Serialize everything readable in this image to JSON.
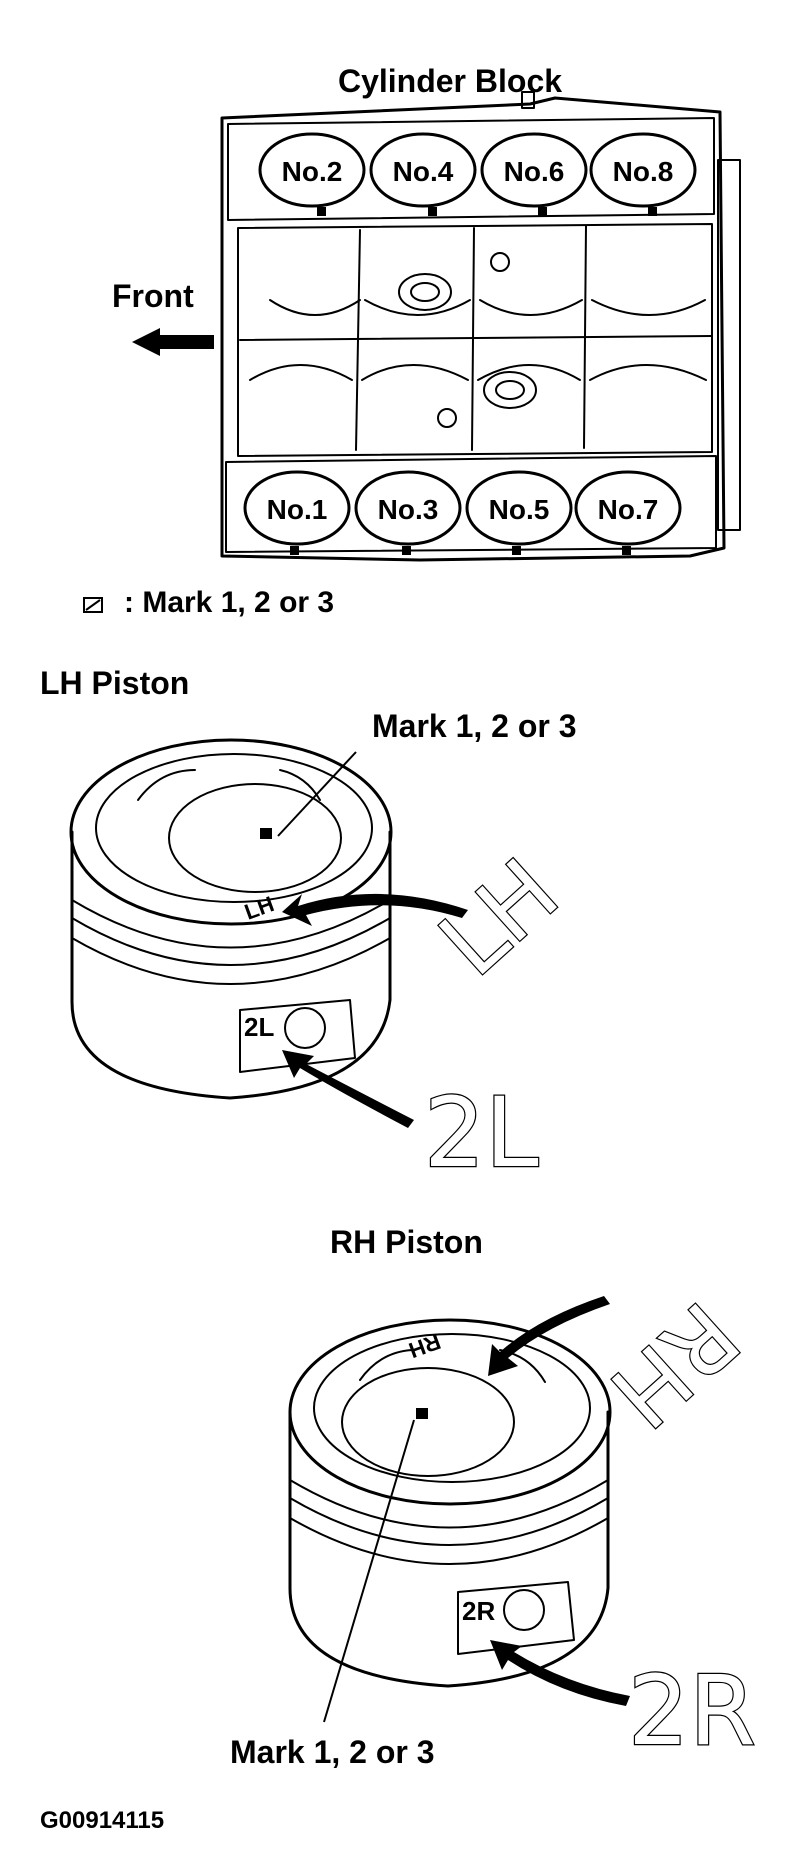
{
  "block": {
    "title": "Cylinder Block",
    "front_label": "Front",
    "upper_cylinders": [
      "No.2",
      "No.4",
      "No.6",
      "No.8"
    ],
    "lower_cylinders": [
      "No.1",
      "No.3",
      "No.5",
      "No.7"
    ],
    "legend_text": ": Mark 1, 2 or 3"
  },
  "lh_piston": {
    "title": "LH Piston",
    "mark_label": "Mark 1, 2 or 3",
    "crown_stamp": "LH",
    "big_letters": "LH",
    "side_stamp": "2L",
    "big_side": "2L"
  },
  "rh_piston": {
    "title": "RH Piston",
    "mark_label": "Mark 1, 2 or 3",
    "crown_stamp": "RH",
    "big_letters": "RH",
    "side_stamp": "2R",
    "big_side": "2R"
  },
  "figure_id": "G00914115"
}
